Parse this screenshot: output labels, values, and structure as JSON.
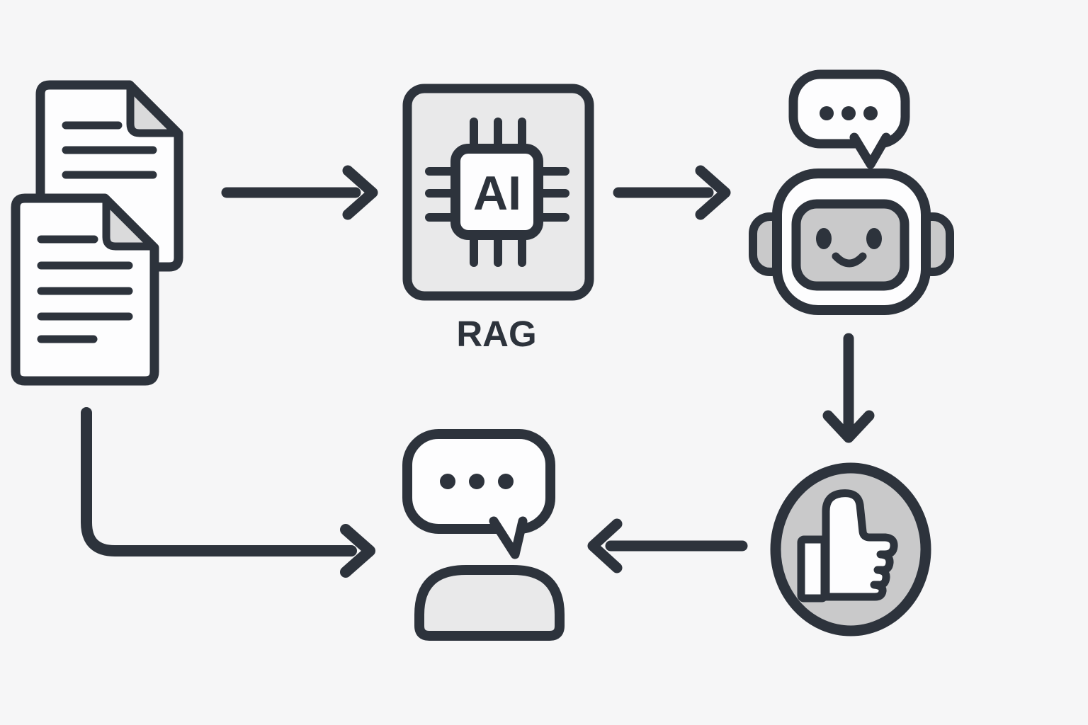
{
  "diagram": {
    "title": "RAG workflow diagram",
    "background_color": "#f6f6f7",
    "stroke_color": "#2d333c",
    "colors": {
      "card": "#e9e9ea",
      "panel": "#c9c9ca",
      "fold": "#dadadb",
      "white": "#fdfdfe"
    },
    "nodes": {
      "documents": {
        "icon": "documents-icon",
        "description": "two stacked documents with text lines"
      },
      "rag": {
        "icon": "ai-chip-icon",
        "chip_text": "AI",
        "label": "RAG"
      },
      "chatbot": {
        "icon": "robot-chatbot-icon",
        "description": "robot head with speech bubble (three dots)"
      },
      "feedback": {
        "icon": "thumbs-up-icon",
        "description": "thumbs up inside circle"
      },
      "user": {
        "icon": "user-chat-icon",
        "description": "person shoulders with speech bubble (three dots)"
      }
    },
    "connections": [
      {
        "from": "documents",
        "to": "rag",
        "style": "arrow-right"
      },
      {
        "from": "rag",
        "to": "chatbot",
        "style": "arrow-right"
      },
      {
        "from": "chatbot",
        "to": "feedback",
        "style": "arrow-down"
      },
      {
        "from": "feedback",
        "to": "user",
        "style": "arrow-left"
      },
      {
        "from": "documents",
        "to": "user",
        "style": "elbow-arrow-right"
      }
    ]
  }
}
